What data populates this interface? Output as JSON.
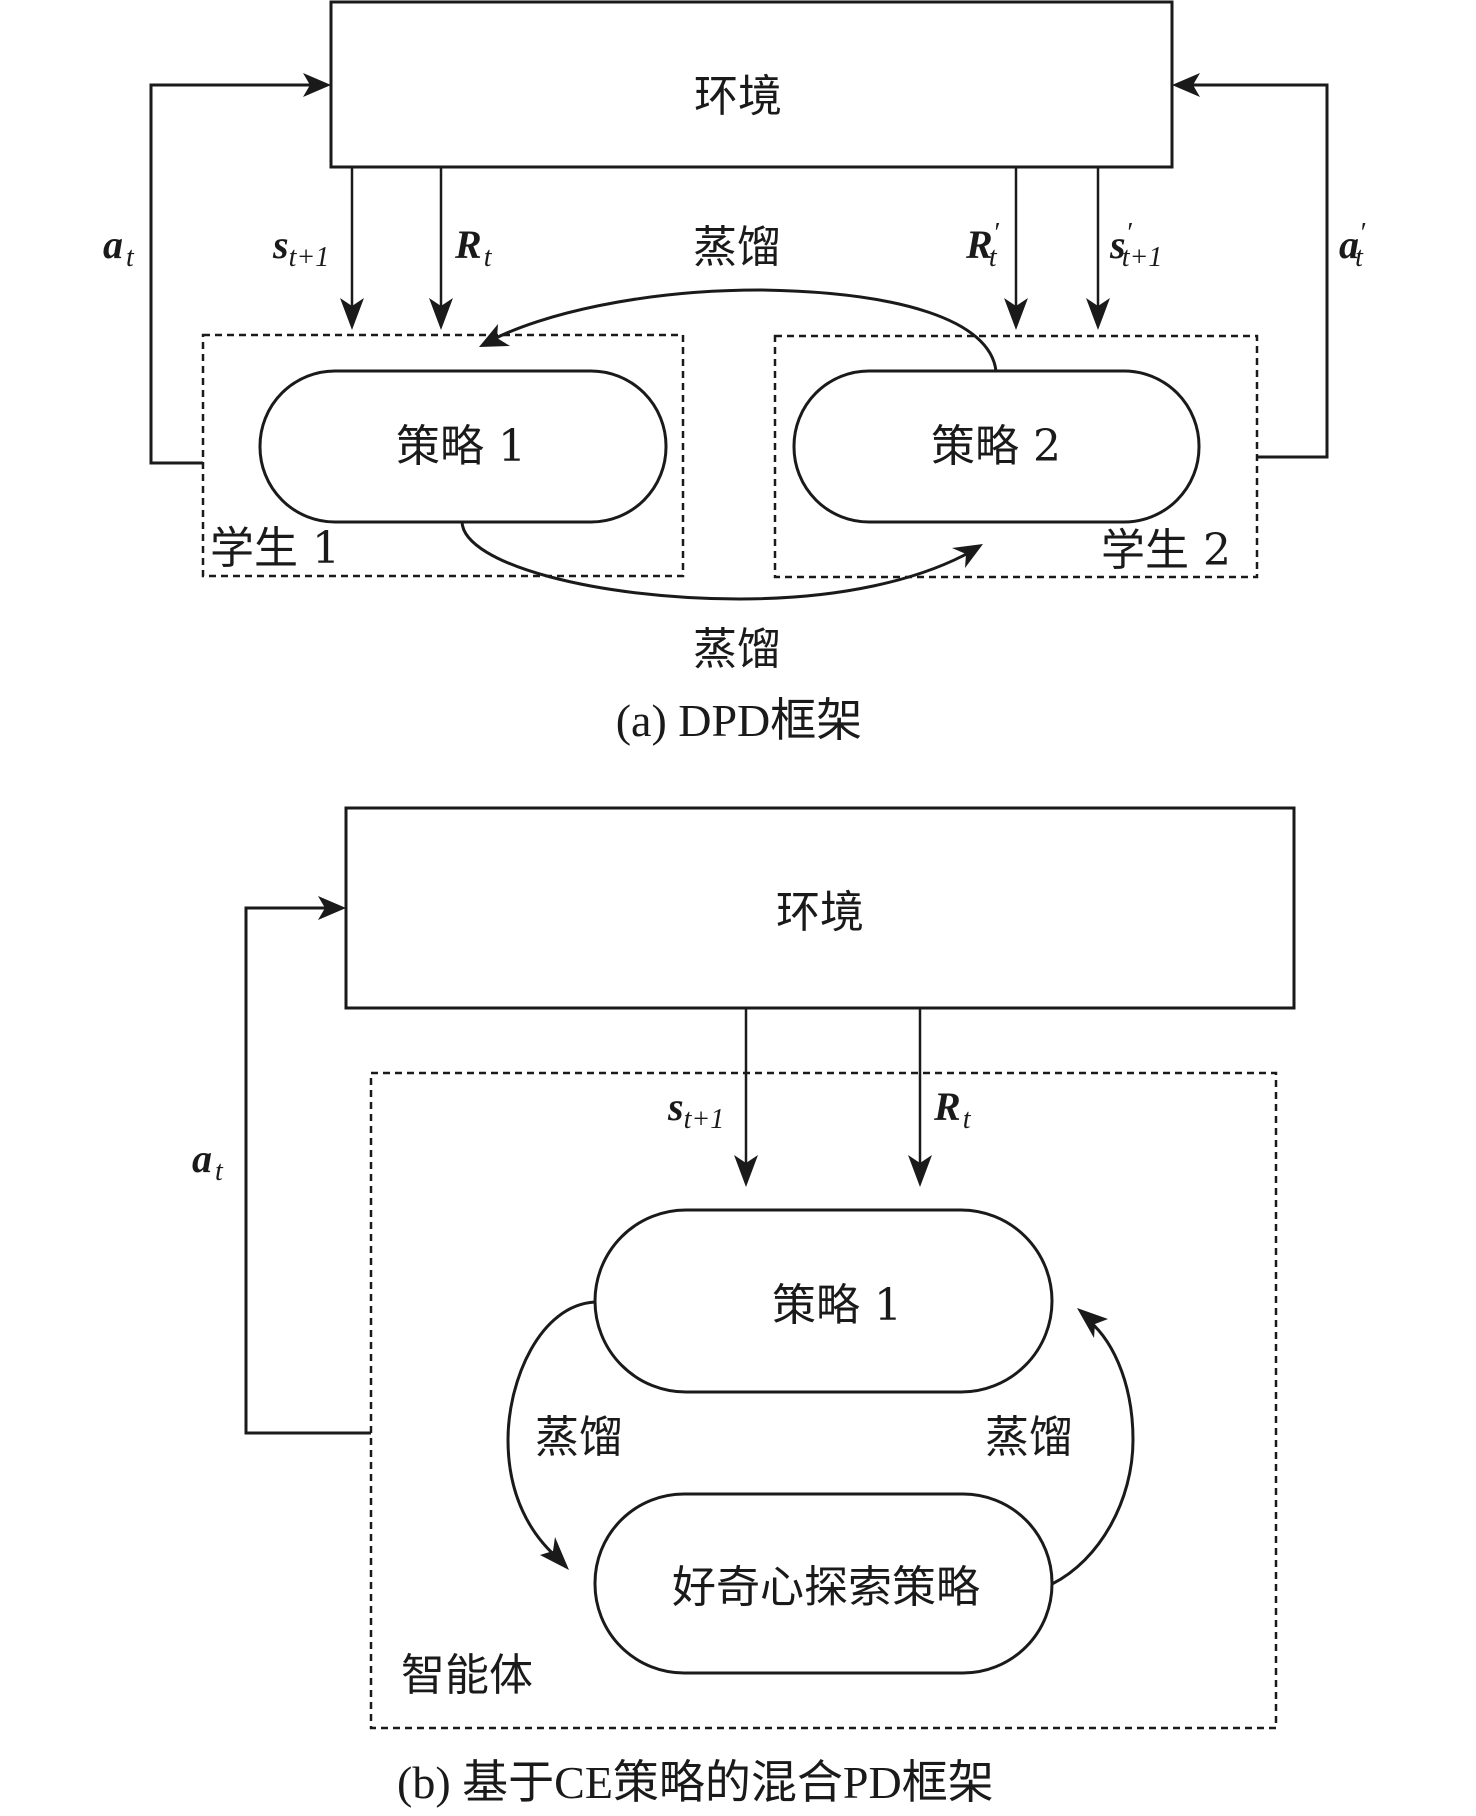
{
  "panel_a": {
    "environment_label": "环境",
    "student1_label": "学生 1",
    "student2_label": "学生 2",
    "policy1_label": "策略 1",
    "policy2_label": "策略 2",
    "distill_top_label": "蒸馏",
    "distill_bottom_label": "蒸馏",
    "action1": {
      "main": "a",
      "sub": "t",
      "prime": ""
    },
    "state1": {
      "main": "s",
      "sub": "t+1",
      "prime": ""
    },
    "reward1": {
      "main": "R",
      "sub": "t",
      "prime": ""
    },
    "reward2": {
      "main": "R",
      "sub": "t",
      "prime": "′"
    },
    "state2": {
      "main": "s",
      "sub": "t+1",
      "prime": "′"
    },
    "action2": {
      "main": "a",
      "sub": "t",
      "prime": "′"
    },
    "caption": "(a) DPD框架"
  },
  "panel_b": {
    "environment_label": "环境",
    "agent_label": "智能体",
    "policy1_label": "策略 1",
    "curiosity_policy_label": "好奇心探索策略",
    "distill_left_label": "蒸馏",
    "distill_right_label": "蒸馏",
    "action": {
      "main": "a",
      "sub": "t"
    },
    "state": {
      "main": "s",
      "sub": "t+1"
    },
    "reward": {
      "main": "R",
      "sub": "t"
    },
    "caption": "(b)  基于CE策略的混合PD框架"
  }
}
